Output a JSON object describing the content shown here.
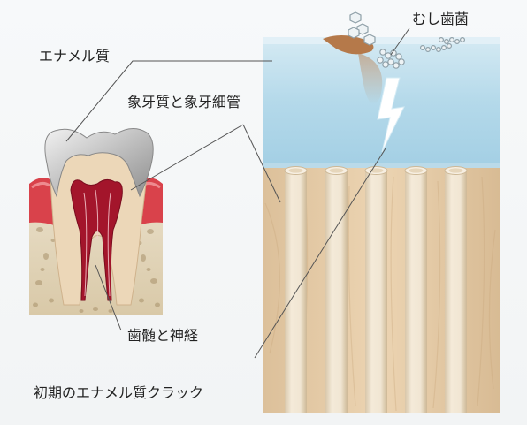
{
  "labels": {
    "enamel": "エナメル質",
    "dentin": "象牙質と象牙細管",
    "pulp": "歯髄と神経",
    "bacteria": "むし歯菌",
    "crack": "初期のエナメル質クラック"
  },
  "colors": {
    "enamel_layer": "#a9d3e6",
    "dentin_layer": "#e9cfac",
    "tubule": "#efe3cf",
    "gum": "#d9424b",
    "pulp": "#a3152b",
    "leader_line": "#555555"
  },
  "icons": [
    "lightning-bolt-icon",
    "bacteria-icon"
  ]
}
